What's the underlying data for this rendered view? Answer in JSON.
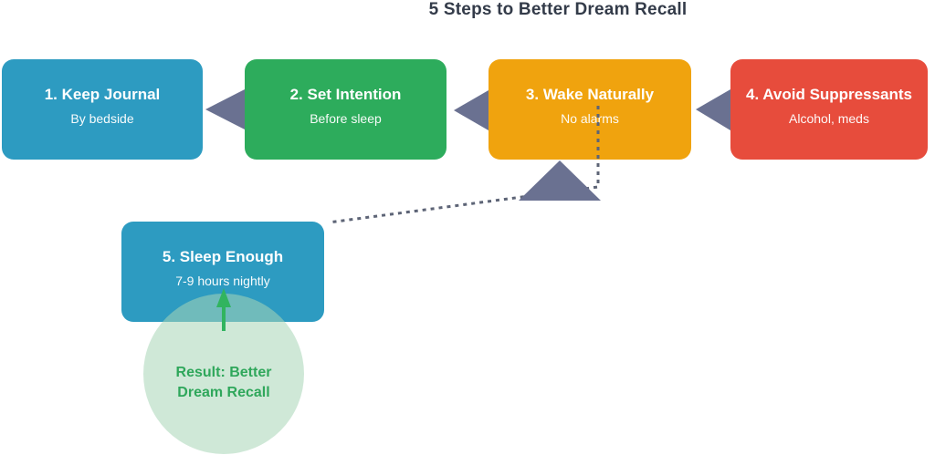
{
  "title": "5 Steps to Better Dream Recall",
  "title_color": "#333B49",
  "steps": [
    {
      "label": "1. Keep Journal",
      "note": "By bedside",
      "color": "#2D9BC1"
    },
    {
      "label": "2. Set Intention",
      "note": "Before sleep",
      "color": "#2DAC5C"
    },
    {
      "label": "3. Wake Naturally",
      "note": "No alarms",
      "color": "#F0A30E"
    },
    {
      "label": "4. Avoid Suppressants",
      "note": "Alcohol, meds",
      "color": "#E74C3C"
    },
    {
      "label": "5. Sleep Enough",
      "note": "7-9 hours nightly",
      "color": "#2D9BC1"
    }
  ],
  "connectors": {
    "step_arrow_color": "#6A7191",
    "dashed_line_color": "#5D6476",
    "result_arrow_color": "#31B45F"
  },
  "result": {
    "line1": "Result: Better",
    "line2": "Dream Recall",
    "text_color": "#2FA75B",
    "fill_rgba": "rgba(167, 214, 182, 0.55)"
  }
}
